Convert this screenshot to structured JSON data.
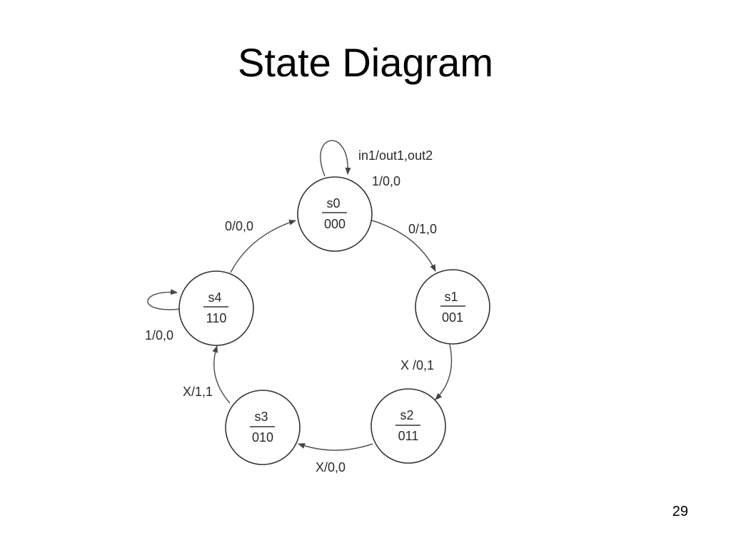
{
  "slide": {
    "title": "State Diagram",
    "page_number": "29"
  },
  "diagram": {
    "legend": "in1/out1,out2",
    "states": [
      {
        "name": "s0",
        "code": "000"
      },
      {
        "name": "s1",
        "code": "001"
      },
      {
        "name": "s2",
        "code": "011"
      },
      {
        "name": "s3",
        "code": "010"
      },
      {
        "name": "s4",
        "code": "110"
      }
    ],
    "transitions": [
      {
        "from": "s0",
        "to": "s0",
        "label": "1/0,0"
      },
      {
        "from": "s0",
        "to": "s1",
        "label": "0/1,0"
      },
      {
        "from": "s1",
        "to": "s2",
        "label": "X /0,1"
      },
      {
        "from": "s2",
        "to": "s3",
        "label": "X/0,0"
      },
      {
        "from": "s3",
        "to": "s4",
        "label": "X/1,1"
      },
      {
        "from": "s4",
        "to": "s4",
        "label": "1/0,0"
      },
      {
        "from": "s4",
        "to": "s0",
        "label": "0/0,0"
      }
    ]
  }
}
